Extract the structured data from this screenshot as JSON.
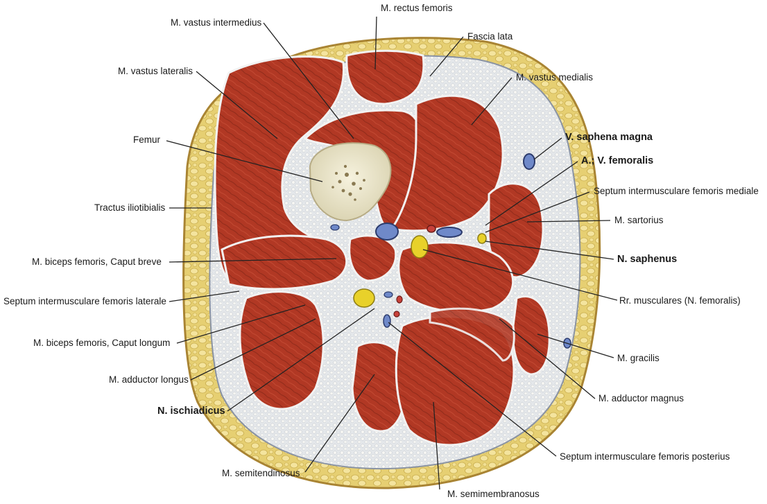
{
  "figure": {
    "labels": {
      "rectus_femoris": "M. rectus femoris",
      "vastus_intermedius": "M. vastus intermedius",
      "fascia_lata": "Fascia lata",
      "vastus_lateralis": "M. vastus lateralis",
      "vastus_medialis": "M. vastus medialis",
      "femur": "Femur",
      "saphena_magna": "V. saphena magna",
      "femoralis": "A.; V. femoralis",
      "septum_mediale": "Septum intermusculare femoris mediale",
      "tractus": "Tractus iliotibialis",
      "sartorius": "M. sartorius",
      "biceps_breve": "M. biceps femoris, Caput breve",
      "saphenus": "N. saphenus",
      "septum_laterale": "Septum intermusculare femoris laterale",
      "rr_musculares": "Rr. musculares (N. femoralis)",
      "biceps_longum": "M. biceps femoris, Caput longum",
      "gracilis": "M. gracilis",
      "adductor_longus": "M. adductor longus",
      "adductor_magnus": "M. adductor magnus",
      "ischiadicus": "N. ischiadicus",
      "septum_posterius": "Septum intermusculare femoris posterius",
      "semitendinosus": "M. semitendinosus",
      "semimembranosus": "M. semimembranosus"
    },
    "colors": {
      "fat": "#e9d37a",
      "fat_lobule": "#f3e39a",
      "skin": "#b58d3c",
      "muscle": "#b23a26",
      "muscle_dark": "#7c2014",
      "fascia": "#dfe4ea",
      "bone": "#ede8cf",
      "marrow": "#8a7a52",
      "vein": "#6f89c9",
      "artery": "#c8413a",
      "nerve": "#e8d12a",
      "leader": "#222222"
    }
  }
}
